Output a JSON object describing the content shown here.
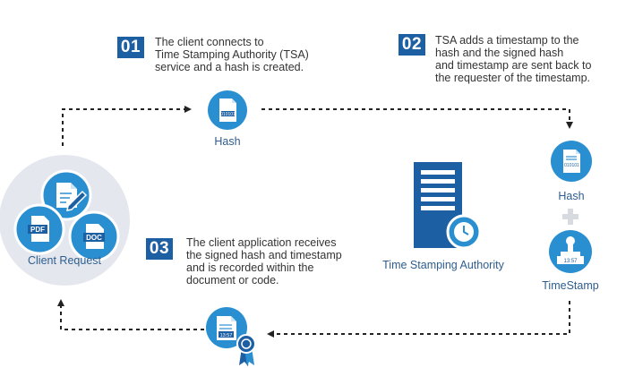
{
  "steps": [
    {
      "number": "01",
      "lines": [
        "The client connects to",
        "Time Stamping Authority (TSA)",
        "service and a hash is created."
      ]
    },
    {
      "number": "02",
      "lines": [
        "TSA adds a timestamp to the",
        "hash and the signed hash",
        "and timestamp are sent back to",
        "the requester of the timestamp."
      ]
    },
    {
      "number": "03",
      "lines": [
        "The client application receives",
        "the signed hash and timestamp",
        "and is recorded within the",
        "document or code."
      ]
    }
  ],
  "nodes": {
    "client_request": "Client Request",
    "hash_top": "Hash",
    "hash_right": "Hash",
    "timestamp": "TimeStamp",
    "tsa": "Time Stamping Authority"
  },
  "icon_text": {
    "pdf": "PDF",
    "doc": "DOC",
    "hash_digits": "010101",
    "stamp_time": "13:57",
    "cert_time": "13:57"
  },
  "colors": {
    "primary_blue": "#2a8fd0",
    "dark_blue": "#1d5fa3",
    "client_circle": "#e4e8ee",
    "arrow": "#222222"
  }
}
